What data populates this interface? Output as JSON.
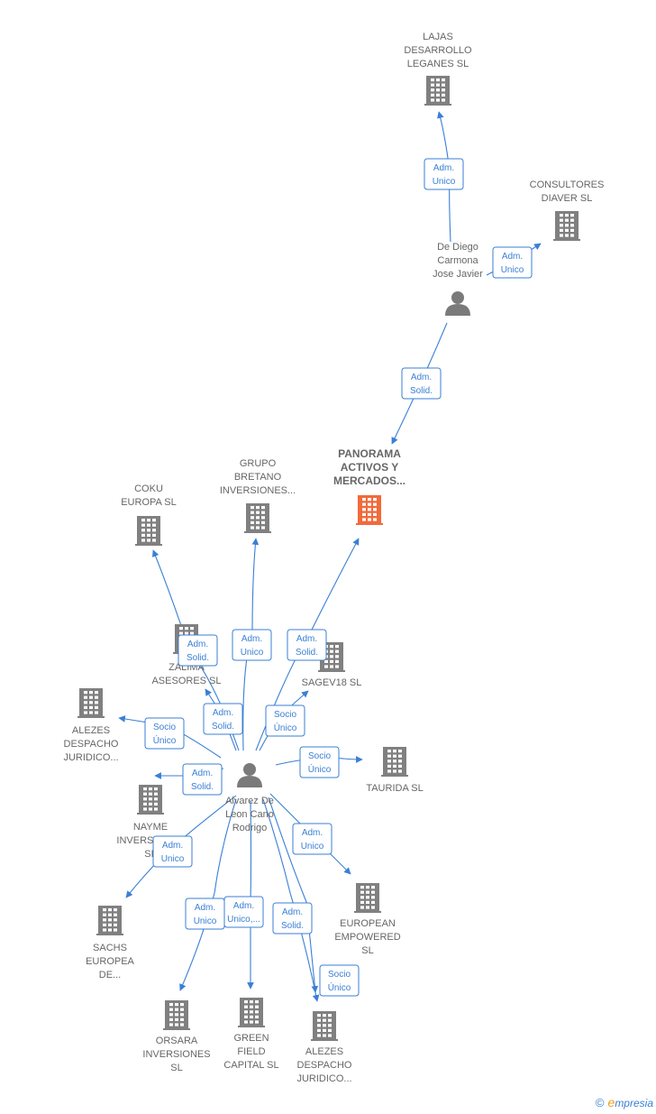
{
  "colors": {
    "edge": "#3a7fd5",
    "company": "#808080",
    "highlight": "#f26a3a",
    "person": "#7a7a7a",
    "label": "#666666"
  },
  "nodes": [
    {
      "id": "lajas",
      "type": "company",
      "lines": [
        "LAJAS",
        "DESARROLLO",
        "LEGANES  SL"
      ]
    },
    {
      "id": "consultores",
      "type": "company",
      "lines": [
        "CONSULTORES",
        "DIAVER SL"
      ]
    },
    {
      "id": "dediego",
      "type": "person",
      "lines": [
        "De Diego",
        "Carmona",
        "Jose Javier"
      ]
    },
    {
      "id": "panorama",
      "type": "company-main",
      "lines": [
        "PANORAMA",
        "ACTIVOS Y",
        "MERCADOS..."
      ]
    },
    {
      "id": "coku",
      "type": "company",
      "lines": [
        "COKU",
        "EUROPA  SL"
      ]
    },
    {
      "id": "bretano",
      "type": "company",
      "lines": [
        "GRUPO",
        "BRETANO",
        "INVERSIONES..."
      ]
    },
    {
      "id": "zalima",
      "type": "company",
      "lines": [
        "ZALIMA",
        "ASESORES SL"
      ]
    },
    {
      "id": "sagev",
      "type": "company",
      "lines": [
        "SAGEV18  SL"
      ]
    },
    {
      "id": "alezes1",
      "type": "company",
      "lines": [
        "ALEZES",
        "DESPACHO",
        "JURIDICO..."
      ]
    },
    {
      "id": "taurida",
      "type": "company",
      "lines": [
        "TAURIDA  SL"
      ]
    },
    {
      "id": "alvarez",
      "type": "person",
      "lines": [
        "Alvarez De",
        "Leon Cano",
        "Rodrigo"
      ]
    },
    {
      "id": "nayme",
      "type": "company",
      "lines": [
        "NAYME",
        "INVERSIONES",
        "SL"
      ]
    },
    {
      "id": "european",
      "type": "company",
      "lines": [
        "EUROPEAN",
        "EMPOWERED",
        "SL"
      ]
    },
    {
      "id": "sachs",
      "type": "company",
      "lines": [
        "SACHS",
        "EUROPEA",
        "DE..."
      ]
    },
    {
      "id": "orsara",
      "type": "company",
      "lines": [
        "ORSARA",
        "INVERSIONES",
        "SL"
      ]
    },
    {
      "id": "green",
      "type": "company",
      "lines": [
        "GREEN",
        "FIELD",
        "CAPITAL  SL"
      ]
    },
    {
      "id": "alezes2",
      "type": "company",
      "lines": [
        "ALEZES",
        "DESPACHO",
        "JURIDICO..."
      ]
    }
  ],
  "edges": [
    {
      "from": "dediego",
      "to": "lajas",
      "label": [
        "Adm.",
        "Unico"
      ]
    },
    {
      "from": "dediego",
      "to": "consultores",
      "label": [
        "Adm.",
        "Unico"
      ]
    },
    {
      "from": "dediego",
      "to": "panorama",
      "label": [
        "Adm.",
        "Solid."
      ]
    },
    {
      "from": "alvarez",
      "to": "coku",
      "label": [
        "Adm.",
        "Solid."
      ]
    },
    {
      "from": "alvarez",
      "to": "bretano",
      "label": [
        "Adm.",
        "Unico"
      ]
    },
    {
      "from": "alvarez",
      "to": "panorama",
      "label": [
        "Adm.",
        "Solid."
      ]
    },
    {
      "from": "alvarez",
      "to": "zalima",
      "label": [
        "Adm.",
        "Solid."
      ]
    },
    {
      "from": "alvarez",
      "to": "sagev",
      "label": [
        "Socio",
        "Único"
      ]
    },
    {
      "from": "alvarez",
      "to": "alezes1",
      "label": [
        "Socio",
        "Único"
      ]
    },
    {
      "from": "alvarez",
      "to": "nayme",
      "label": [
        "Adm.",
        "Solid."
      ]
    },
    {
      "from": "alvarez",
      "to": "taurida",
      "label": [
        "Socio",
        "Único"
      ]
    },
    {
      "from": "alvarez",
      "to": "european",
      "label": [
        "Adm.",
        "Unico"
      ]
    },
    {
      "from": "alvarez",
      "to": "sachs",
      "label": [
        "Adm.",
        "Unico"
      ]
    },
    {
      "from": "alvarez",
      "to": "orsara",
      "label": [
        "Adm.",
        "Unico"
      ]
    },
    {
      "from": "alvarez",
      "to": "green",
      "label": [
        "Adm.",
        "Unico,..."
      ]
    },
    {
      "from": "alvarez",
      "to": "alezes2",
      "label": [
        "Adm.",
        "Solid."
      ]
    },
    {
      "from": "alvarez",
      "to": "alezes2",
      "label": [
        "Socio",
        "Único"
      ]
    }
  ],
  "brand": {
    "copyright": "©",
    "name_initial": "e",
    "name_rest": "mpresia"
  }
}
